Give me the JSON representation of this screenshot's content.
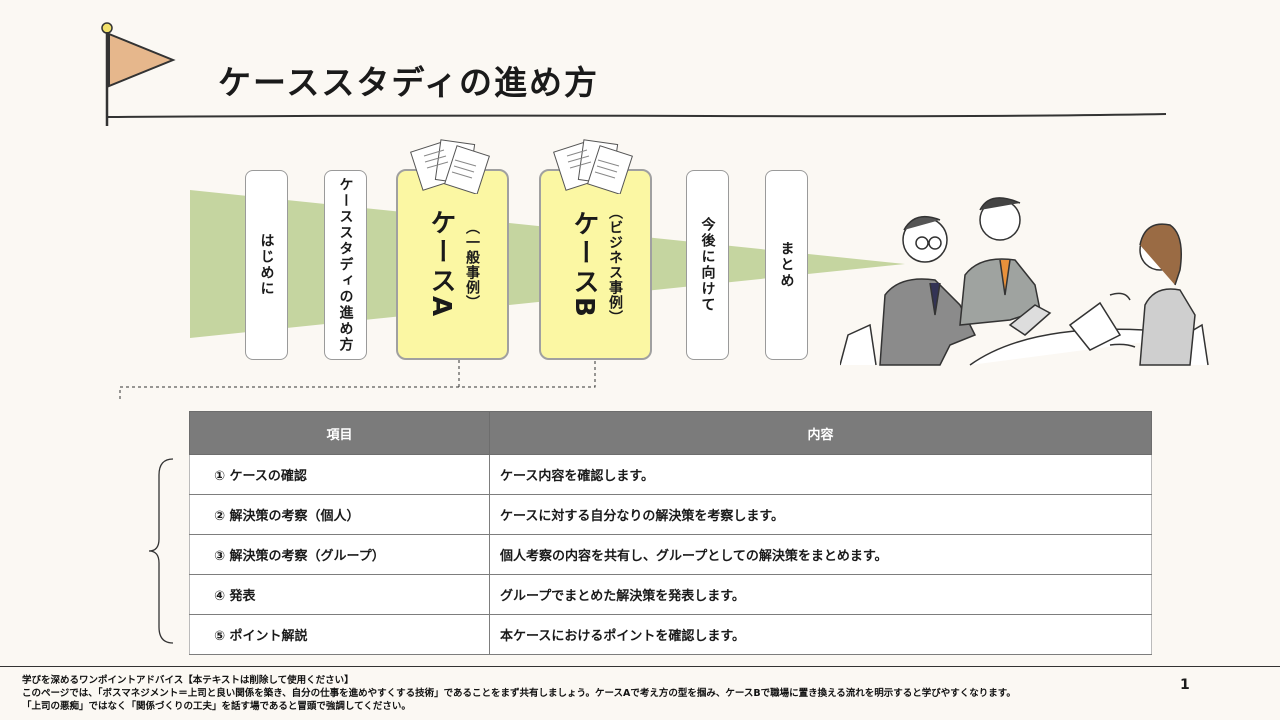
{
  "header": {
    "title": "ケーススタディの進め方"
  },
  "flow": {
    "stages": [
      {
        "label": "はじめに"
      },
      {
        "label": "ケーススタディの進め方"
      },
      {
        "label": "ケースA",
        "sub": "（一般事例）"
      },
      {
        "label": "ケースB",
        "sub": "（ビジネス事例）"
      },
      {
        "label": "今後に向けて"
      },
      {
        "label": "まとめ"
      }
    ]
  },
  "table": {
    "headers": [
      "項目",
      "内容"
    ],
    "rows": [
      {
        "item": "① ケースの確認",
        "content": "ケース内容を確認します。"
      },
      {
        "item": "② 解決策の考察（個人）",
        "content": "ケースに対する自分なりの解決策を考察します。"
      },
      {
        "item": "③ 解決策の考察（グループ）",
        "content": "個人考察の内容を共有し、グループとしての解決策をまとめます。"
      },
      {
        "item": "④ 発表",
        "content": "グループでまとめた解決策を発表します。"
      },
      {
        "item": "⑤ ポイント解説",
        "content": "本ケースにおけるポイントを確認します。"
      }
    ]
  },
  "footer": {
    "line1": "学びを深めるワンポイントアドバイス【本テキストは削除して使用ください】",
    "line2": "このページでは、「ボスマネジメント＝上司と良い関係を築き、自分の仕事を進めやすくする技術」であることをまず共有しましょう。ケースAで考え方の型を掴み、ケースBで職場に置き換える流れを明示すると学びやすくなります。",
    "line3": "「上司の悪痴」ではなく「関係づくりの工夫」を話す場であると冒頭で強調してください。",
    "page_number": "1"
  },
  "colors": {
    "funnel": "#c5d5a0",
    "case_fill": "#fbf7a3",
    "flag": "#e6b78c",
    "table_header": "#7b7b7b"
  }
}
